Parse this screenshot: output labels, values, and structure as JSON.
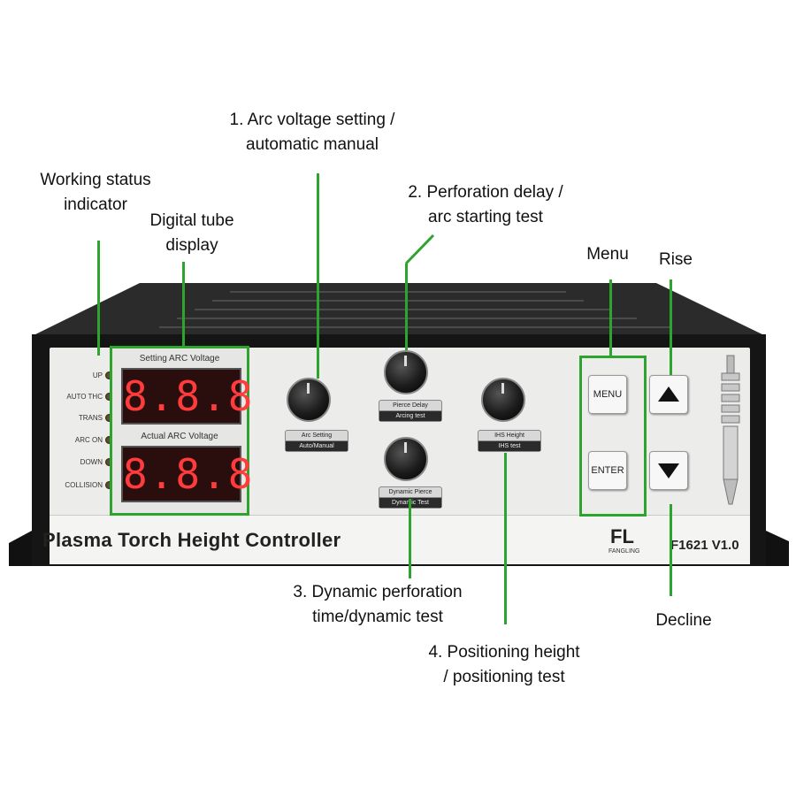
{
  "callouts": {
    "arc_voltage": [
      "1. Arc voltage setting /",
      "automatic manual"
    ],
    "perforation_delay": [
      "2. Perforation delay /",
      "arc starting test"
    ],
    "working_status": [
      "Working status",
      "indicator"
    ],
    "digital_tube": [
      "Digital tube",
      "display"
    ],
    "menu": "Menu",
    "rise": "Rise",
    "decline": "Decline",
    "dynamic_perforation": [
      "3. Dynamic perforation",
      "time/dynamic test"
    ],
    "positioning_height": [
      "4. Positioning height",
      "/ positioning test"
    ]
  },
  "indicators": [
    "UP",
    "AUTO THC",
    "TRANS",
    "ARC ON",
    "DOWN",
    "COLLISION"
  ],
  "displays": {
    "setting_label": "Setting ARC Voltage",
    "setting_value": "8.8.8",
    "actual_label": "Actual ARC Voltage",
    "actual_value": "8.8.8"
  },
  "knobs": {
    "arc": [
      "Arc Setting",
      "Auto/Manual"
    ],
    "pierce": [
      "Pierce Delay",
      "Arcing test"
    ],
    "dynamic": [
      "Dynamic Pierce",
      "Dynamic Test"
    ],
    "ihs": [
      "IHS Height",
      "IHS test"
    ]
  },
  "buttons": {
    "menu": "MENU",
    "enter": "ENTER"
  },
  "device": {
    "title": "Plasma Torch Height Controller",
    "brand": "FL",
    "brand_sub": "FANGLING",
    "model": "F1621 V1.0"
  },
  "colors": {
    "callout_line": "#2ea32e",
    "display_digits": "#ff3b3b"
  },
  "icons": [
    "knob-icon",
    "up-arrow-icon",
    "down-arrow-icon",
    "torch-icon",
    "led-icon"
  ]
}
